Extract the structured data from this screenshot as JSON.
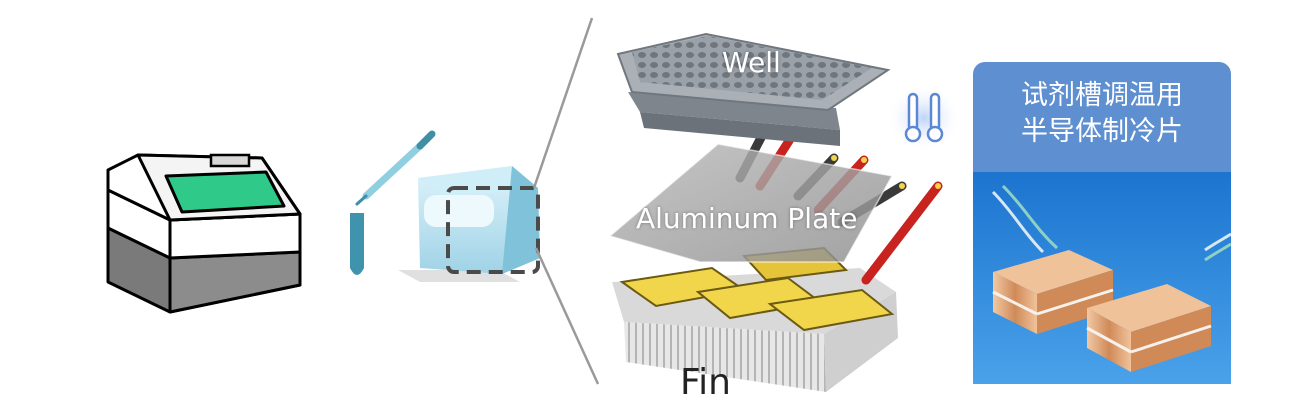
{
  "labels": {
    "well": "Well",
    "plate": "Aluminum Plate",
    "fin": "Fin"
  },
  "panel": {
    "title_line1": "试剂槽调温用",
    "title_line2": "半导体制冷片"
  },
  "colors": {
    "instrument_screen": "#2fc98a",
    "peltier_yellow": "#f1d54a",
    "wire_red": "#c8231f",
    "wire_dark": "#3a3a3a",
    "panel_title_bg": "#5e8fd0",
    "panel_photo_bg": "#2f86d9",
    "copper": "#d99a6a"
  },
  "icons": {
    "thermometer": "thermometer-icon"
  }
}
